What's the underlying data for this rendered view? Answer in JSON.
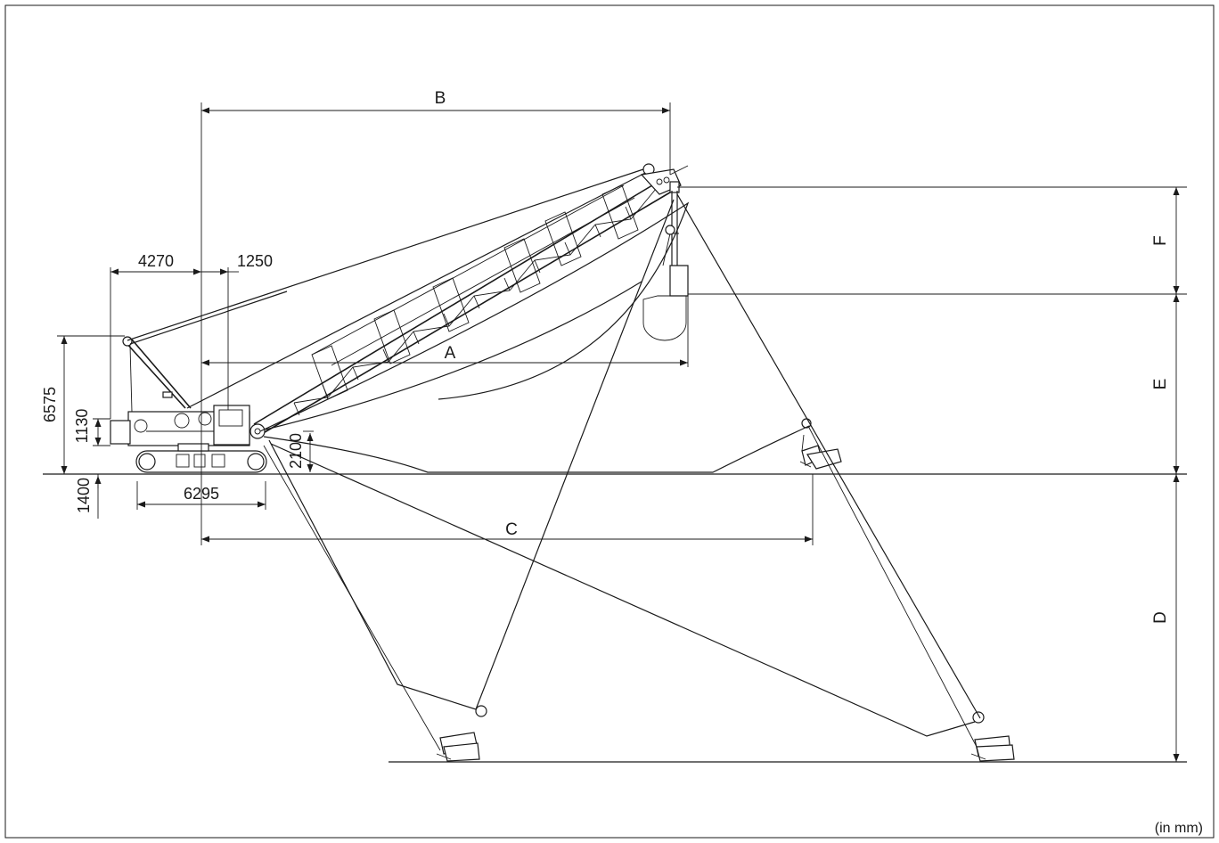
{
  "diagram": {
    "dimensions": {
      "tail_radius": "4270",
      "pivot_offset": "1250",
      "overall_height": "6575",
      "counterweight_clearance": "1130",
      "ground_clearance": "1400",
      "crawler_length": "6295",
      "boom_foot_height": "2100"
    },
    "letters": {
      "a": "A",
      "b": "B",
      "c": "C",
      "d": "D",
      "e": "E",
      "f": "F"
    },
    "unit_note": "(in mm)"
  }
}
